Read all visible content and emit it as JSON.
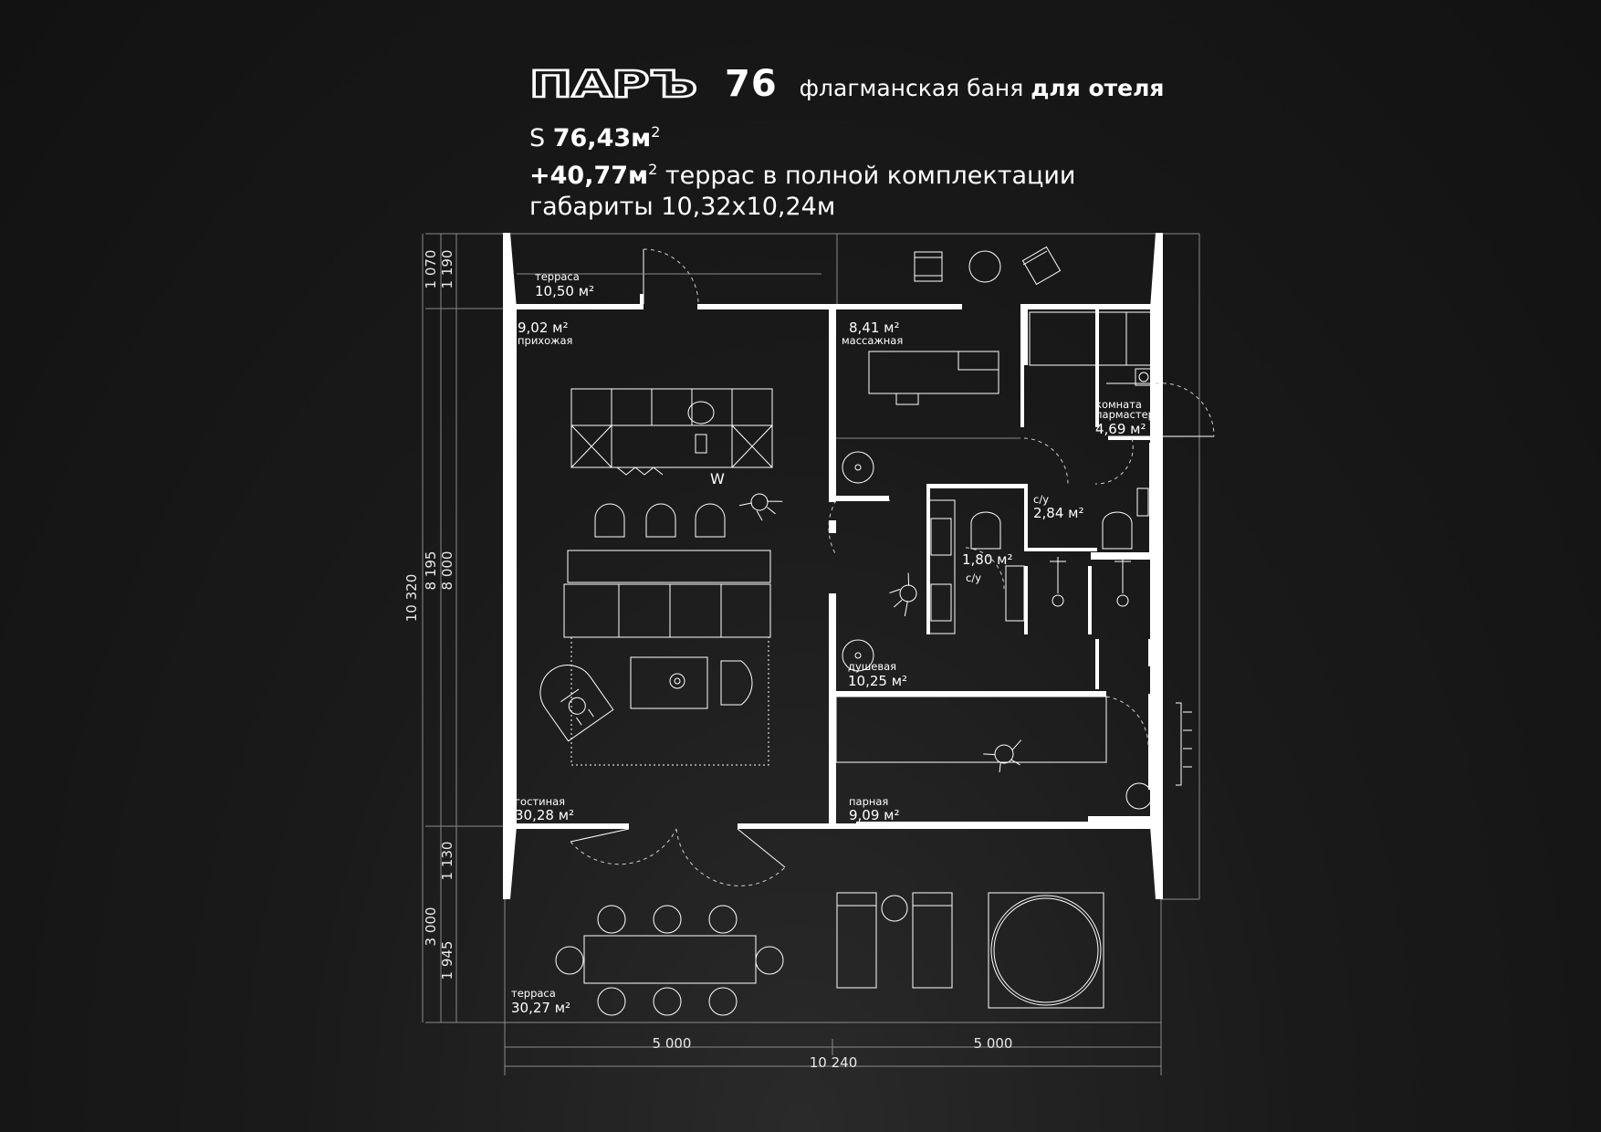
{
  "title": {
    "brand": "ПАРЪ",
    "model": "76",
    "desc_regular": "флагманская баня",
    "desc_bold": "для отеля"
  },
  "specs": {
    "area_prefix": "S",
    "area_value": "76,43м",
    "area_sup": "2",
    "terrace_value": "+40,77м",
    "terrace_sup": "2",
    "terrace_text": "террас в полной комплектации",
    "dims_label": "габариты",
    "dims_value": "10,32х10,24м"
  },
  "rooms": {
    "terrace_top": {
      "name": "терраса",
      "area": "10,50 м²"
    },
    "hallway": {
      "name": "прихожая",
      "area": "9,02 м²"
    },
    "massage": {
      "name": "массажная",
      "area": "8,41 м²"
    },
    "steam_master": {
      "name_line1": "комната",
      "name_line2": "пармастера",
      "area": "4,69 м²"
    },
    "wc1": {
      "name": "с/у",
      "area": "2,84 м²"
    },
    "wc2": {
      "name": "с/у",
      "area": "1,80 м²"
    },
    "shower": {
      "name": "душевая",
      "area": "10,25 м²"
    },
    "living": {
      "name": "гостиная",
      "area": "30,28 м²"
    },
    "steam": {
      "name": "парная",
      "area": "9,09 м²"
    },
    "terrace_bottom": {
      "name": "терраса",
      "area": "30,27 м²"
    }
  },
  "dimensions": {
    "left_total": "10 320",
    "left_mid": "8 195",
    "left_inner": "8 000",
    "top_a": "1 070",
    "top_b": "1 190",
    "bottom_a": "1 130",
    "bottom_b": "3 000",
    "bottom_c": "1 945",
    "width_left": "5 000",
    "width_right": "5 000",
    "width_total": "10 240"
  },
  "symbols": {
    "washer": "W"
  },
  "colors": {
    "background": "#141414",
    "lines": "#ffffff"
  }
}
